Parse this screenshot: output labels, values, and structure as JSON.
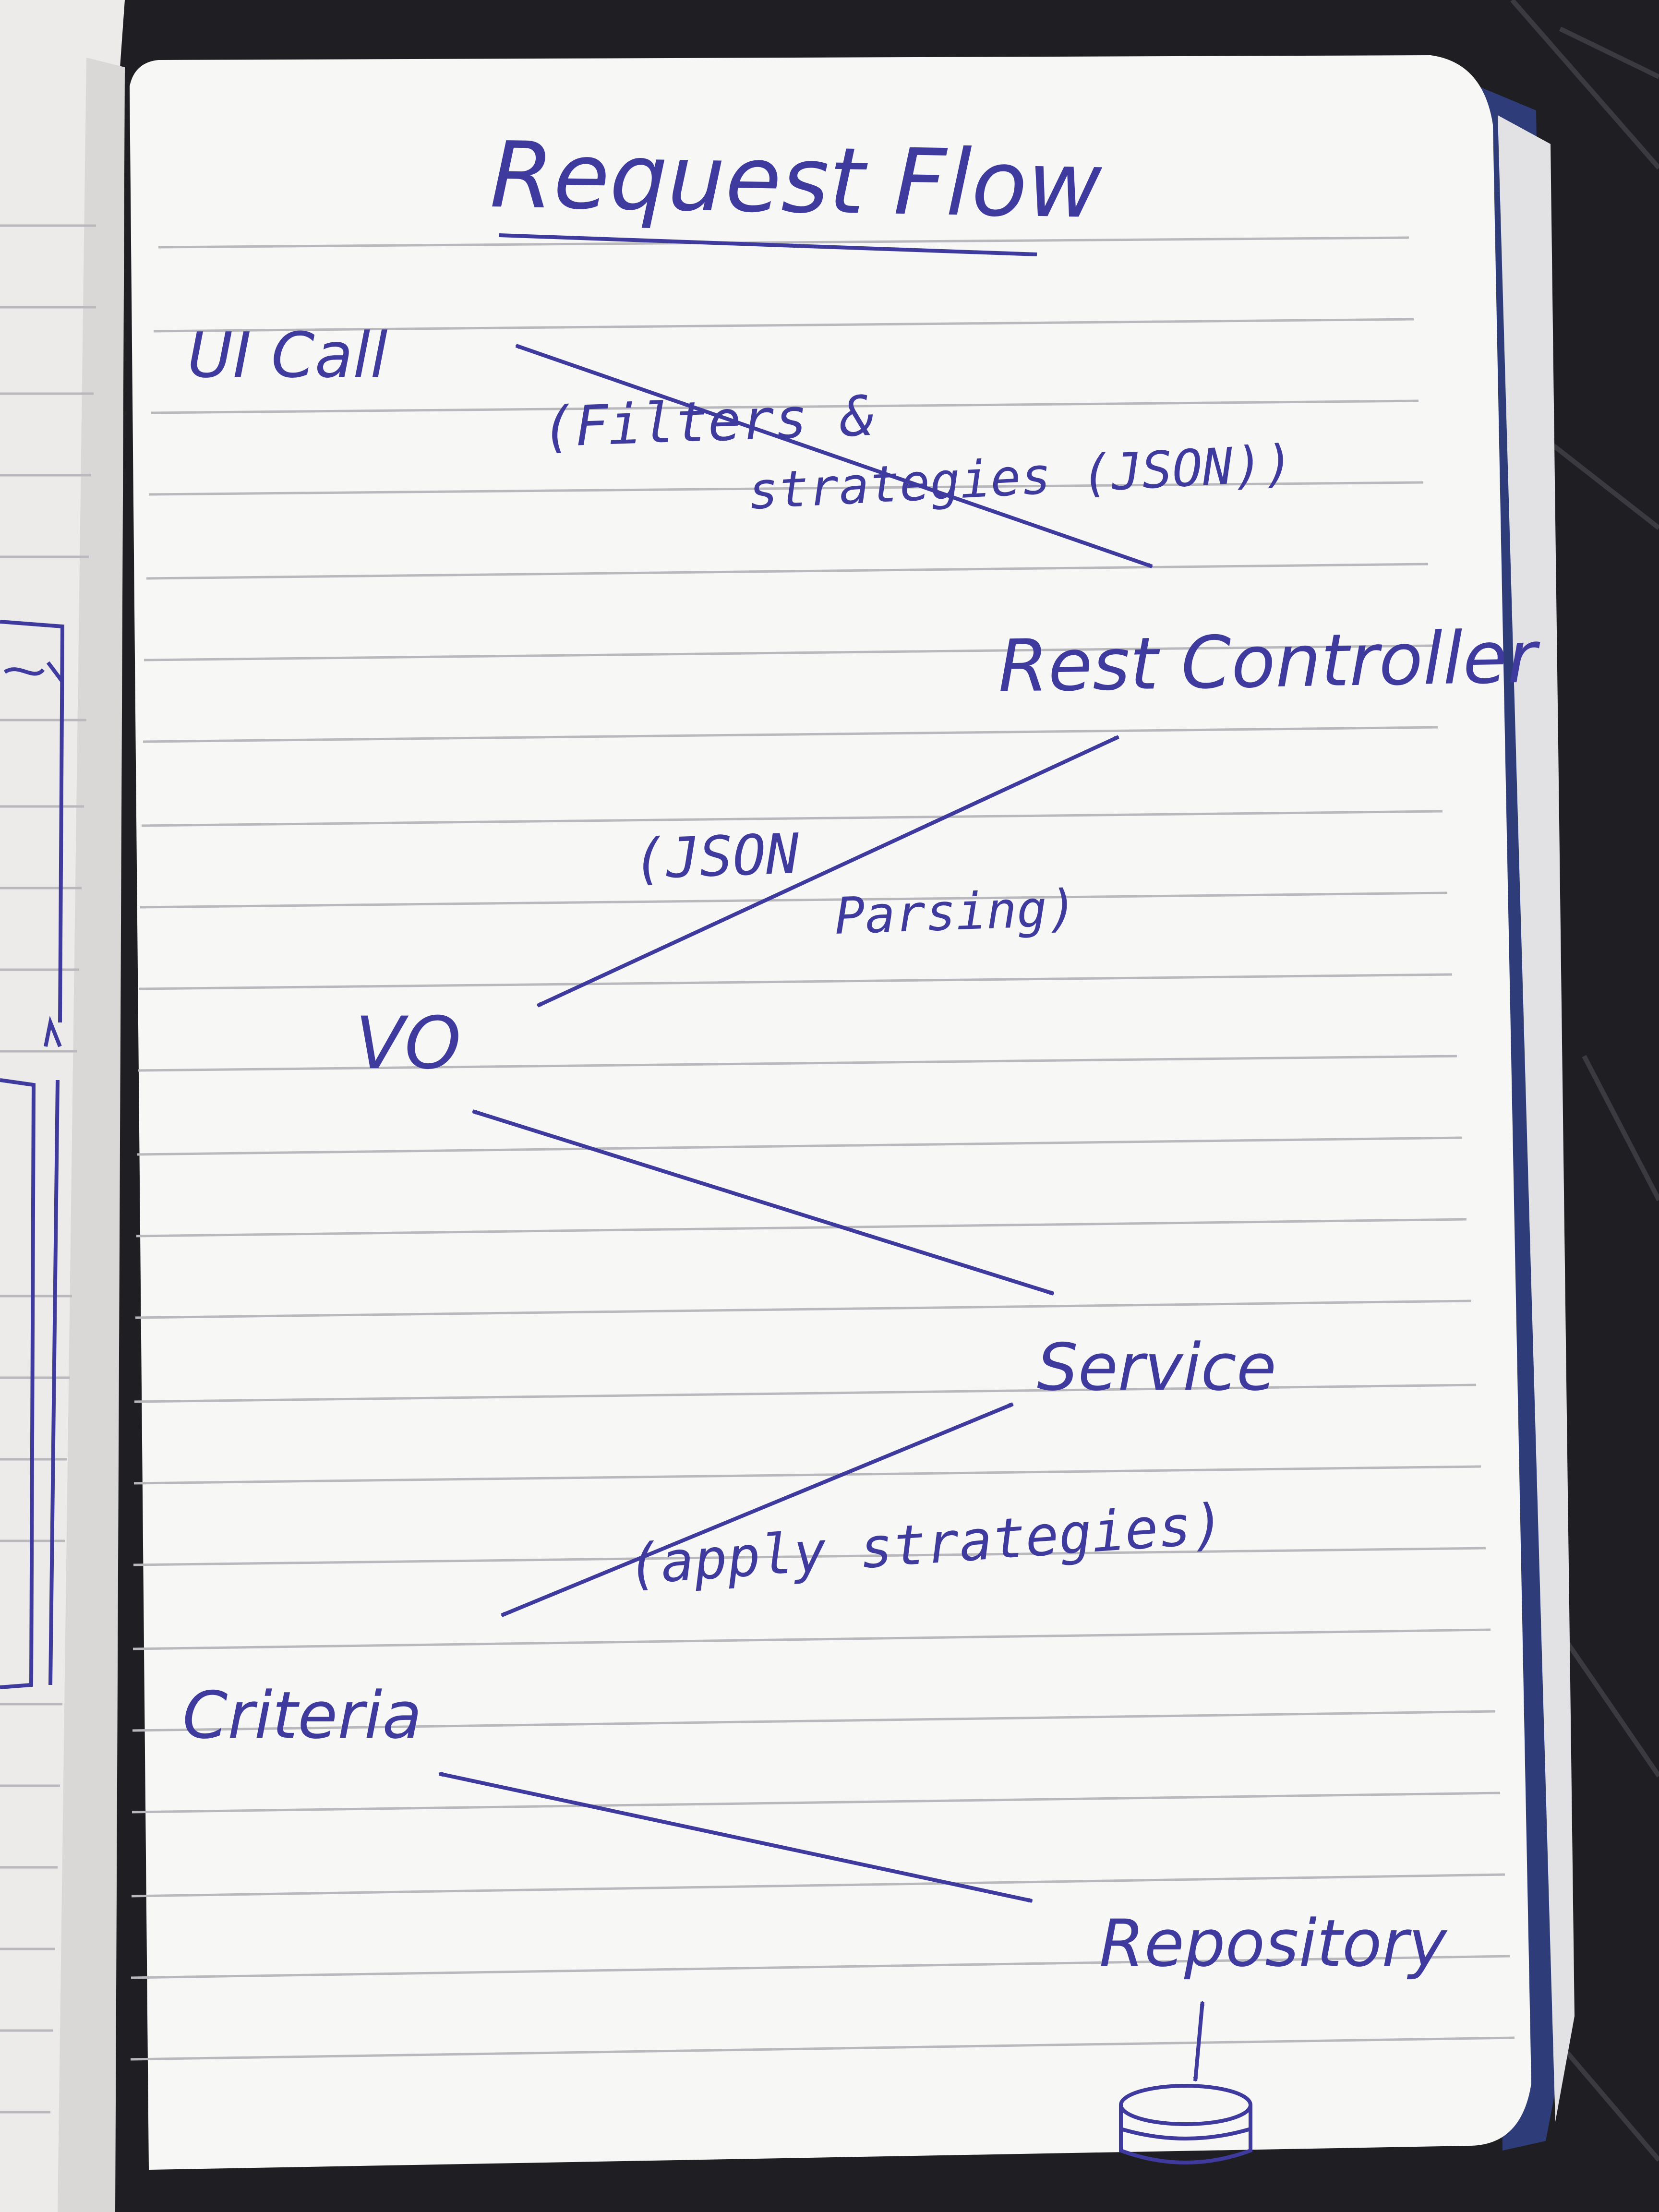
{
  "title": "Request Flow",
  "nodes": {
    "ui_call": "UI Call",
    "rest_controller": "Rest Controller",
    "vo": "VO",
    "service": "Service",
    "criteria": "Criteria",
    "repository": "Repository"
  },
  "annotations": {
    "filters_line1": "(Filters &",
    "filters_line2": "strategies (JSON))",
    "json_line1": "(JSON",
    "json_line2": "Parsing)",
    "apply_strategies": "(apply strategies)"
  },
  "colors": {
    "ink": "#3f3a9e",
    "paper": "#f7f7f5",
    "rule_line": "#b9b9bd",
    "binding": "#2e3d7a",
    "background": "#1f1f23"
  },
  "icons": {
    "database": "database-icon"
  }
}
